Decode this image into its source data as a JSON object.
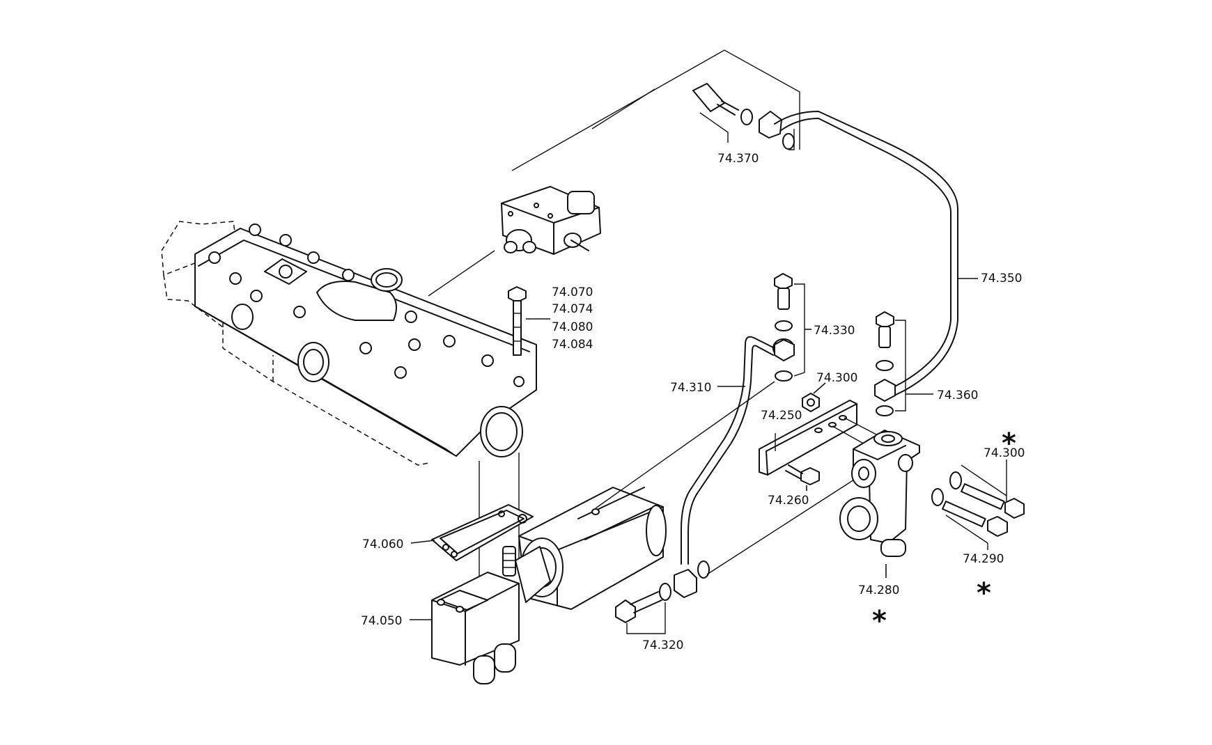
{
  "callouts": {
    "c74_370": "74.370",
    "c74_350": "74.350",
    "c74_070": "74.070",
    "c74_074": "74.074",
    "c74_080": "74.080",
    "c74_084": "74.084",
    "c74_330": "74.330",
    "c74_310": "74.310",
    "c74_300_nut": "74.300",
    "c74_360": "74.360",
    "c74_250": "74.250",
    "c74_260": "74.260",
    "c74_300_bolt": "74.300",
    "c74_290": "74.290",
    "c74_280": "74.280",
    "c74_060": "74.060",
    "c74_050": "74.050",
    "c74_320": "74.320"
  },
  "markers": {
    "star_74_300": "*",
    "star_74_290": "*",
    "star_74_280": "*"
  }
}
